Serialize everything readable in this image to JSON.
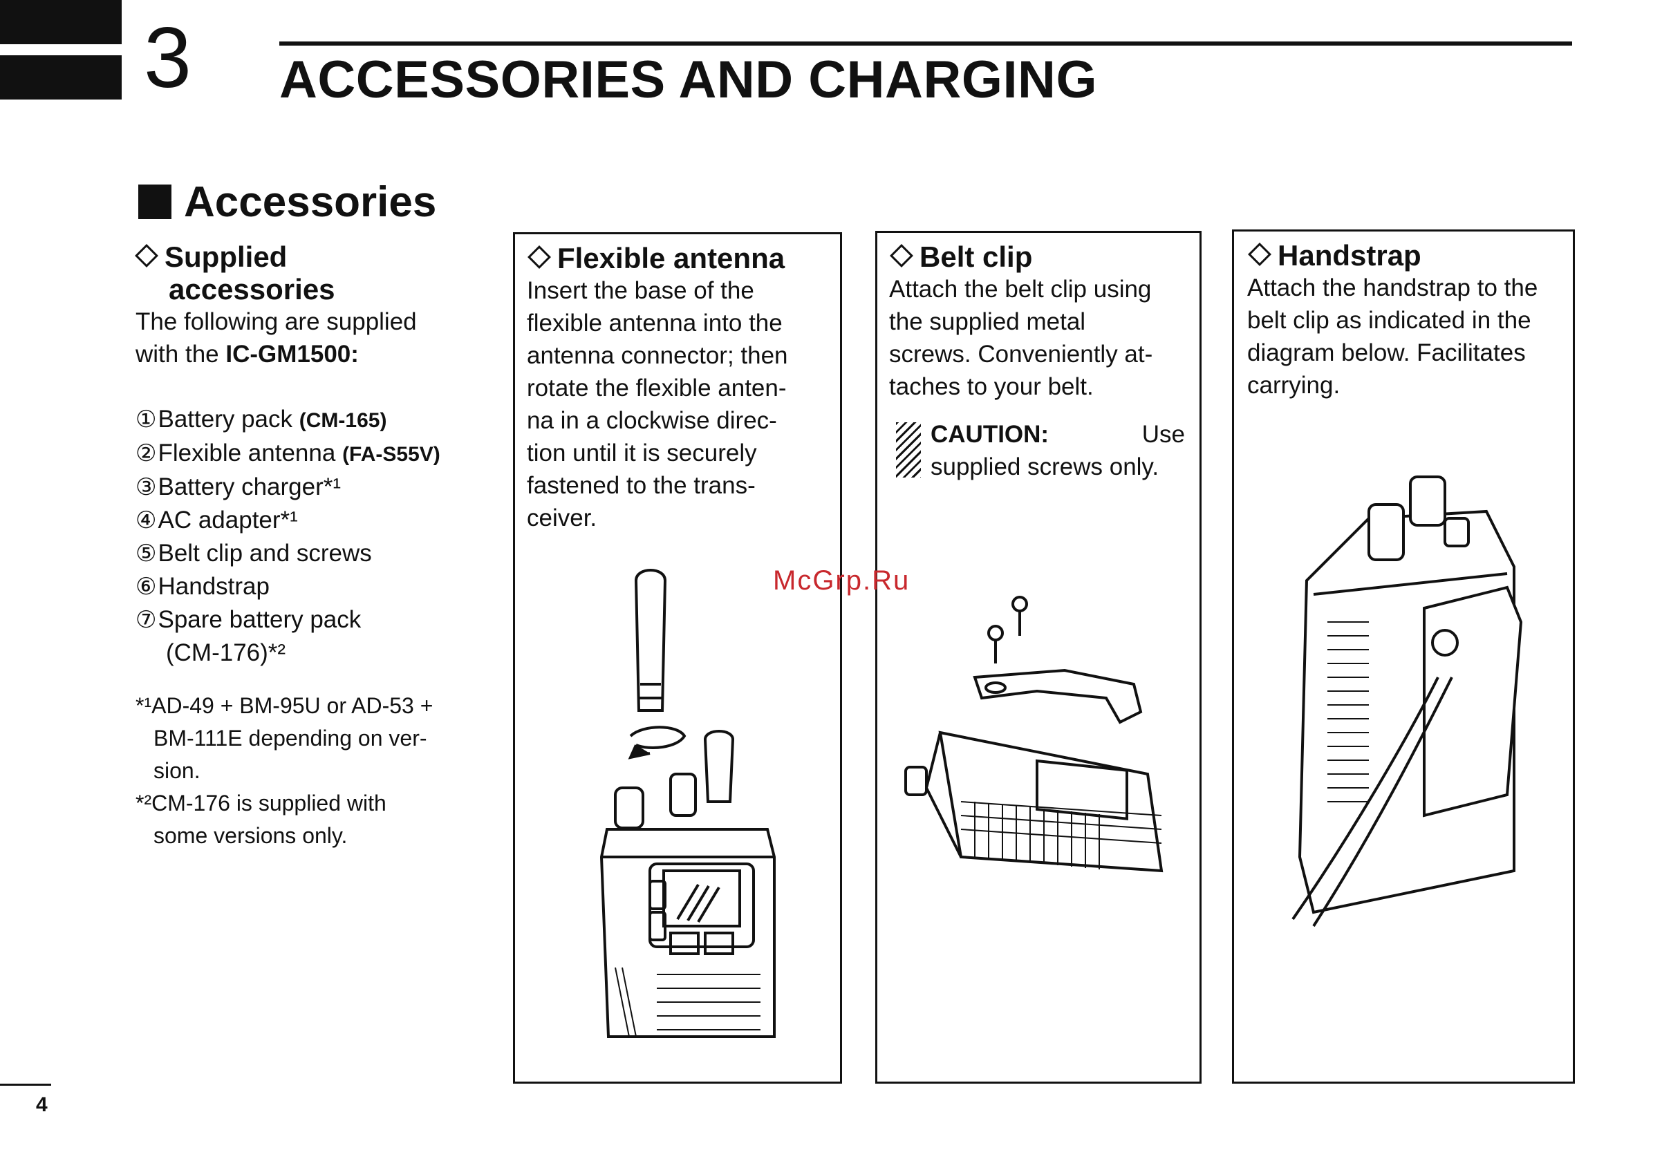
{
  "chapter": {
    "number": "3",
    "title": "ACCESSORIES AND CHARGING"
  },
  "section": {
    "title": "Accessories"
  },
  "supplied": {
    "heading_line1": "Supplied",
    "heading_line2": "accessories",
    "intro_1": "The following are supplied",
    "intro_2": "with the ",
    "model": "IC-GM1500:",
    "items": [
      {
        "num": "①",
        "label": "Battery pack ",
        "code": "(CM-165)"
      },
      {
        "num": "②",
        "label": "Flexible antenna ",
        "code": "(FA-S55V)"
      },
      {
        "num": "③",
        "label": "Battery charger*¹",
        "code": ""
      },
      {
        "num": "④",
        "label": "AC adapter*¹",
        "code": ""
      },
      {
        "num": "⑤",
        "label": "Belt clip and screws",
        "code": ""
      },
      {
        "num": "⑥",
        "label": "Handstrap",
        "code": ""
      },
      {
        "num": "⑦",
        "label": "Spare battery pack",
        "code": ""
      }
    ],
    "item7_line2": "(CM-176)*²",
    "note1_a": "*¹AD-49 + BM-95U or AD-53 +",
    "note1_b": "BM-111E depending on ver-",
    "note1_c": "sion.",
    "note2_a": "*²CM-176 is supplied with",
    "note2_b": "some versions only."
  },
  "antenna": {
    "heading": "Flexible antenna",
    "lines": [
      "Insert the base of the",
      "flexible antenna into the",
      "antenna connector; then",
      "rotate the flexible anten-",
      "na in a clockwise direc-",
      "tion until it is securely",
      "fastened to the trans-",
      "ceiver."
    ]
  },
  "beltclip": {
    "heading": "Belt clip",
    "lines": [
      "Attach the belt clip using",
      "the supplied metal",
      "screws. Conveniently at-",
      "taches to your belt."
    ],
    "caution_label": "CAUTION:",
    "caution_word": "Use",
    "caution_line2": "supplied screws only."
  },
  "handstrap": {
    "heading": "Handstrap",
    "lines": [
      "Attach the handstrap to the",
      "belt clip as indicated in the",
      "diagram below. Facilitates",
      "carrying."
    ]
  },
  "watermark": "McGrp.Ru",
  "page_number": "4"
}
